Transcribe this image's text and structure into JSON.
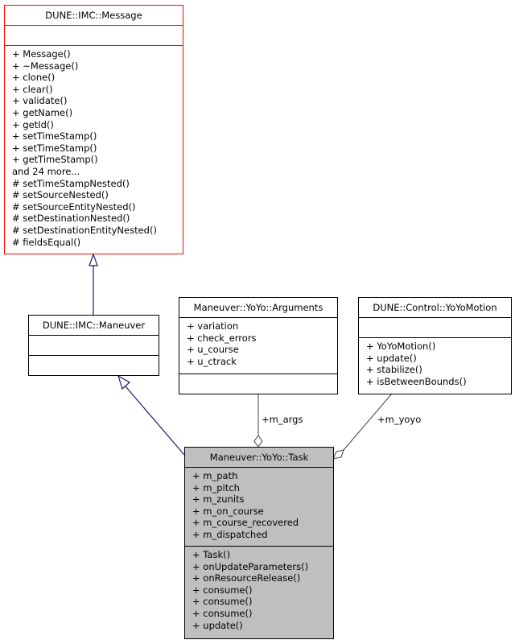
{
  "classes": {
    "message": {
      "name": "DUNE::IMC::Message",
      "attributes": [],
      "operations": [
        "+ Message()",
        "+ ~Message()",
        "+ clone()",
        "+ clear()",
        "+ validate()",
        "+ getName()",
        "+ getId()",
        "+ setTimeStamp()",
        "+ setTimeStamp()",
        "+ getTimeStamp()",
        "and 24 more...",
        "# setTimeStampNested()",
        "# setSourceNested()",
        "# setSourceEntityNested()",
        "# setDestinationNested()",
        "# setDestinationEntityNested()",
        "# fieldsEqual()"
      ],
      "border_color": "#ff0000"
    },
    "maneuver": {
      "name": "DUNE::IMC::Maneuver",
      "attributes": [],
      "operations": []
    },
    "arguments": {
      "name": "Maneuver::YoYo::Arguments",
      "attributes": [
        "+ variation",
        "+ check_errors",
        "+ u_course",
        "+ u_ctrack"
      ],
      "operations": []
    },
    "yoyomotion": {
      "name": "DUNE::Control::YoYoMotion",
      "attributes": [],
      "operations": [
        "+ YoYoMotion()",
        "+ update()",
        "+ stabilize()",
        "+ isBetweenBounds()"
      ]
    },
    "task": {
      "name": "Maneuver::YoYo::Task",
      "attributes": [
        "+ m_path",
        "+ m_pitch",
        "+ m_zunits",
        "+ m_on_course",
        "+ m_course_recovered",
        "+ m_dispatched"
      ],
      "operations": [
        "+ Task()",
        "+ onUpdateParameters()",
        "+ onResourceRelease()",
        "+ consume()",
        "+ consume()",
        "+ consume()",
        "+ update()"
      ],
      "fill_color": "#bfbfbf"
    }
  },
  "relations": {
    "inherit_edge_color": "#191970",
    "assoc_edge_color": "#404040",
    "m_args_label": "+m_args",
    "m_yoyo_label": "+m_yoyo"
  }
}
